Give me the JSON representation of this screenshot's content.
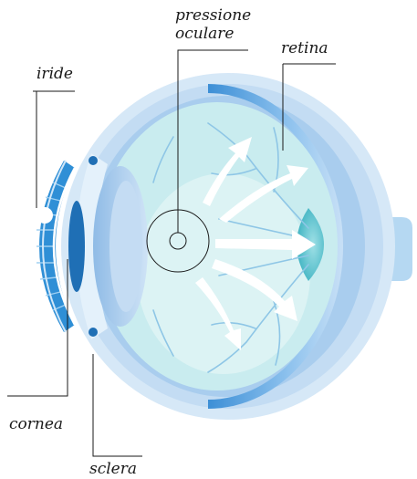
{
  "labels": {
    "iris": "iride",
    "pressure_line1": "pressione",
    "pressure_line2": "oculare",
    "retina": "retina",
    "cornea": "cornea",
    "sclera": "sclera"
  },
  "colors": {
    "sclera_outer": "#d6e8f7",
    "sclera_inner": "#c3dcf3",
    "choroid": "#a9cdee",
    "vitreous": "#c9ecef",
    "vitreous_light": "#dff4f5",
    "retina_band": "#5aa6e2",
    "iris_blue": "#2f8fd6",
    "lens": "#a7c9ea",
    "optic_nerve": "#b5d8f2",
    "optic_disc": "#56c1cc",
    "vessel": "#8ec6e6",
    "arrow": "#ffffff",
    "line": "#1a1a1a"
  }
}
